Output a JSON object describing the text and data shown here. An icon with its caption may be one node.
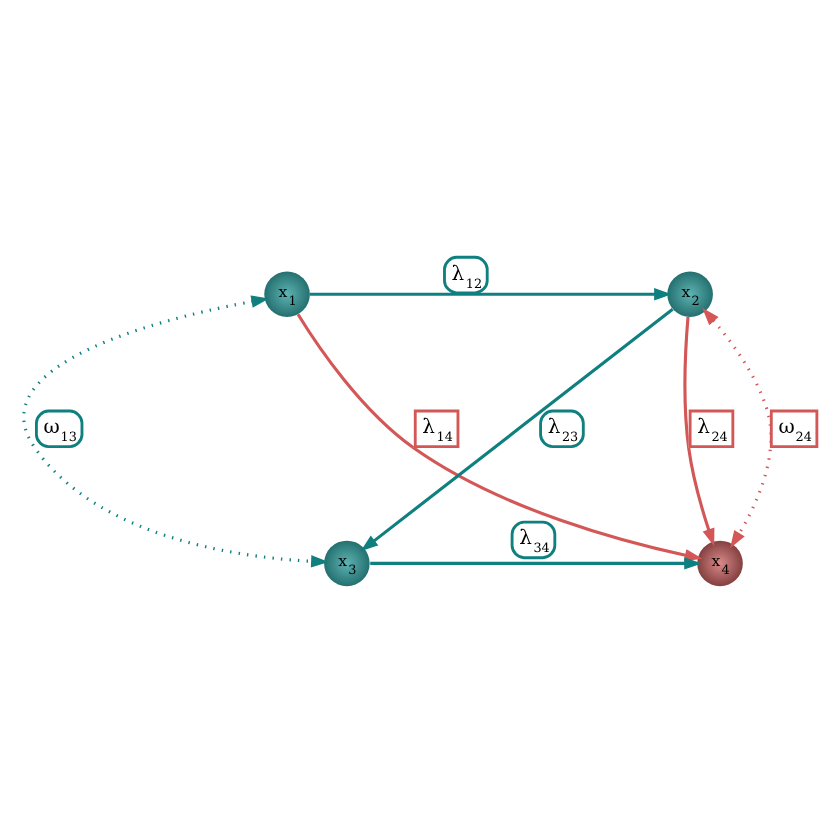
{
  "diagram": {
    "nodes": [
      {
        "text": [
          "x$_{1}$"
        ]
      },
      {
        "text": [
          "x$_{2}$"
        ]
      },
      {
        "text": [
          "x$_{3}$"
        ]
      },
      {
        "text": [
          "x$_{4}$"
        ]
      }
    ],
    "edges": [
      {
        "from": 0,
        "to": 1,
        "arrow": "to",
        "label": "λ$_{12}$"
      },
      {
        "from": 0,
        "to": 3,
        "arrow": "to",
        "label": "λ$_{14}$",
        "color": "#d45757"
      },
      {
        "from": 1,
        "to": 2,
        "arrow": "to",
        "label": "λ$_{23}$"
      },
      {
        "from": 1,
        "to": 3,
        "arrow": "to",
        "label": "λ$_{24}$",
        "color": "#d45757"
      },
      {
        "from": 0,
        "to": 2,
        "arrow": "both",
        "label": "ω$_{13}$",
        "style": "dashed"
      },
      {
        "from": 1,
        "to": 3,
        "arrow": "both",
        "label": "ω$_{24}$",
        "style": "dashed",
        "color": "#d45757"
      },
      {
        "from": 2,
        "to": 3,
        "arrow": "to",
        "label": "λ$_{34}$"
      }
    ]
  }
}
